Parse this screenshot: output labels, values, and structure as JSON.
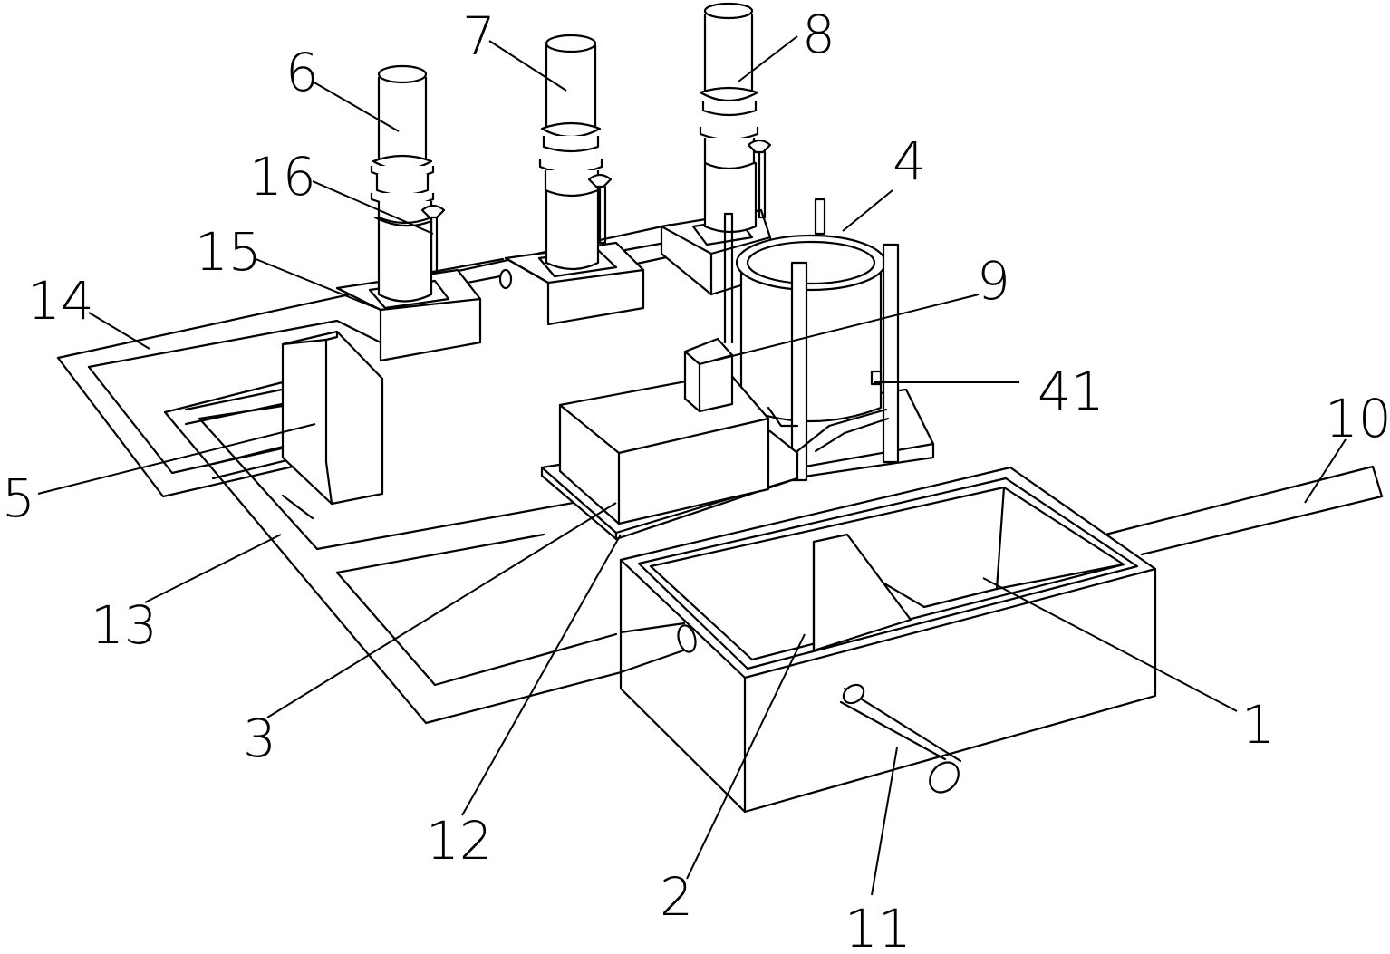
{
  "figure": {
    "labels": {
      "l1": "1",
      "l2": "2",
      "l3": "3",
      "l4": "4",
      "l5": "5",
      "l6": "6",
      "l7": "7",
      "l8": "8",
      "l9": "9",
      "l10": "10",
      "l11": "11",
      "l12": "12",
      "l13": "13",
      "l14": "14",
      "l15": "15",
      "l16": "16",
      "l41": "41"
    }
  }
}
